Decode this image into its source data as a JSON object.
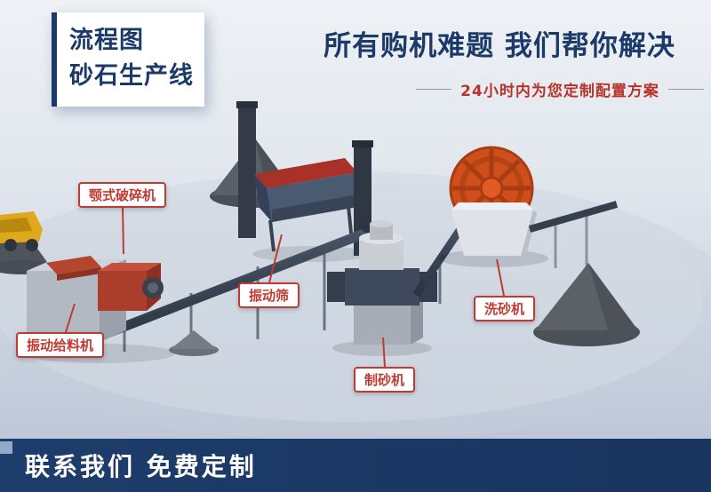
{
  "header": {
    "badge": {
      "line1": "流程图",
      "line2": "砂石生产线"
    },
    "title": "所有购机难题 我们帮你解决",
    "subtitle": "24小时内为您定制配置方案"
  },
  "scene": {
    "labels": [
      {
        "id": "jaw-crusher",
        "text": "颚式破碎机"
      },
      {
        "id": "vibrating-feeder",
        "text": "振动给料机"
      },
      {
        "id": "vibrating-screen",
        "text": "振动筛"
      },
      {
        "id": "sand-making-machine",
        "text": "制砂机"
      },
      {
        "id": "sand-washing-machine",
        "text": "洗砂机"
      }
    ]
  },
  "footer": {
    "text": "联系我们 免费定制"
  },
  "colors": {
    "navy": "#1b3a69",
    "label_red": "#c13a32",
    "subtitle_red": "#b7342c",
    "washer_wheel_orange": "#cf4e1c",
    "crusher_red": "#aa3d2c",
    "screen_deck_red": "#a8322a",
    "machine_steel": "#3e4a5c",
    "background_top": "#eef1f5",
    "background_bottom": "#b6c1d3",
    "footer_bg": "#1e3d6c"
  }
}
